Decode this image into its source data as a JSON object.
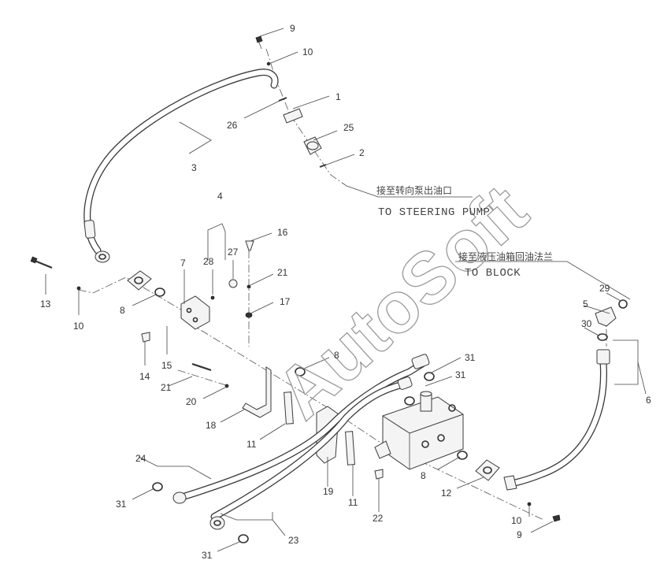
{
  "captions": {
    "steering_cn": "接至转向泵出油口",
    "steering_en": "TO STEERING PUMP",
    "block_cn": "接至液压油箱回油法兰",
    "block_en": "TO BLOCK"
  },
  "watermark": "AutoSoft",
  "callouts": [
    {
      "id": "c9a",
      "text": "9"
    },
    {
      "id": "c10a",
      "text": "10"
    },
    {
      "id": "c1",
      "text": "1"
    },
    {
      "id": "c26",
      "text": "26"
    },
    {
      "id": "c25",
      "text": "25"
    },
    {
      "id": "c3",
      "text": "3"
    },
    {
      "id": "c2",
      "text": "2"
    },
    {
      "id": "c4",
      "text": "4"
    },
    {
      "id": "c16",
      "text": "16"
    },
    {
      "id": "c28",
      "text": "28"
    },
    {
      "id": "c27",
      "text": "27"
    },
    {
      "id": "c7",
      "text": "7"
    },
    {
      "id": "c21a",
      "text": "21"
    },
    {
      "id": "c13",
      "text": "13"
    },
    {
      "id": "c8a",
      "text": "8"
    },
    {
      "id": "c10b",
      "text": "10"
    },
    {
      "id": "c17",
      "text": "17"
    },
    {
      "id": "c14",
      "text": "14"
    },
    {
      "id": "c15",
      "text": "15"
    },
    {
      "id": "c8b",
      "text": "8"
    },
    {
      "id": "c21b",
      "text": "21"
    },
    {
      "id": "c20",
      "text": "20"
    },
    {
      "id": "c18",
      "text": "18"
    },
    {
      "id": "c11a",
      "text": "11"
    },
    {
      "id": "c31a",
      "text": "31"
    },
    {
      "id": "c31b",
      "text": "31"
    },
    {
      "id": "c29",
      "text": "29"
    },
    {
      "id": "c5",
      "text": "5"
    },
    {
      "id": "c30",
      "text": "30"
    },
    {
      "id": "c6",
      "text": "6"
    },
    {
      "id": "c24",
      "text": "24"
    },
    {
      "id": "c31c",
      "text": "31"
    },
    {
      "id": "c19",
      "text": "19"
    },
    {
      "id": "c11b",
      "text": "11"
    },
    {
      "id": "c22",
      "text": "22"
    },
    {
      "id": "c8c",
      "text": "8"
    },
    {
      "id": "c12",
      "text": "12"
    },
    {
      "id": "c10c",
      "text": "10"
    },
    {
      "id": "c9b",
      "text": "9"
    },
    {
      "id": "c23",
      "text": "23"
    },
    {
      "id": "c31d",
      "text": "31"
    }
  ]
}
